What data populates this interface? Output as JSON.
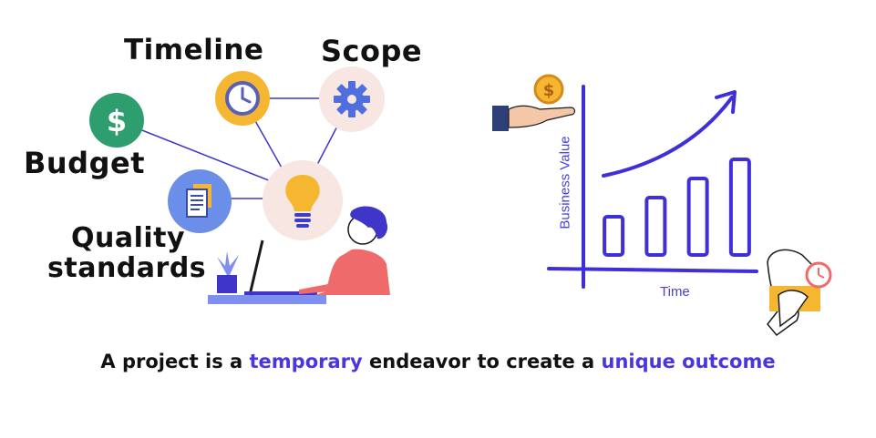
{
  "diagram": {
    "labels": {
      "timeline": "Timeline",
      "scope": "Scope",
      "budget": "Budget",
      "quality_line1": "Quality",
      "quality_line2": "standards"
    },
    "icons": {
      "budget": "dollar-coin-icon",
      "timeline": "clock-icon",
      "scope": "gear-icon",
      "quality": "document-icon",
      "center": "lightbulb-icon"
    },
    "colors": {
      "budget_circle": "#2f9e6e",
      "timeline_circle": "#f5b731",
      "scope_circle": "#f7e6e1",
      "quality_circle": "#6b8fe8",
      "center_circle": "#f7e6e1",
      "connector": "#3f35c9"
    }
  },
  "chart_data": {
    "type": "bar",
    "categories": [
      "",
      "",
      "",
      ""
    ],
    "values": [
      2,
      3,
      4,
      5
    ],
    "xlabel": "Time",
    "ylabel": "Business Value",
    "ylim": [
      0,
      6
    ],
    "trend_arrow": true,
    "color": "#3f2fd9"
  },
  "caption": {
    "part1": "A project is a ",
    "highlight1": "temporary",
    "part2": " endeavor to create a ",
    "highlight2": "unique outcome"
  }
}
